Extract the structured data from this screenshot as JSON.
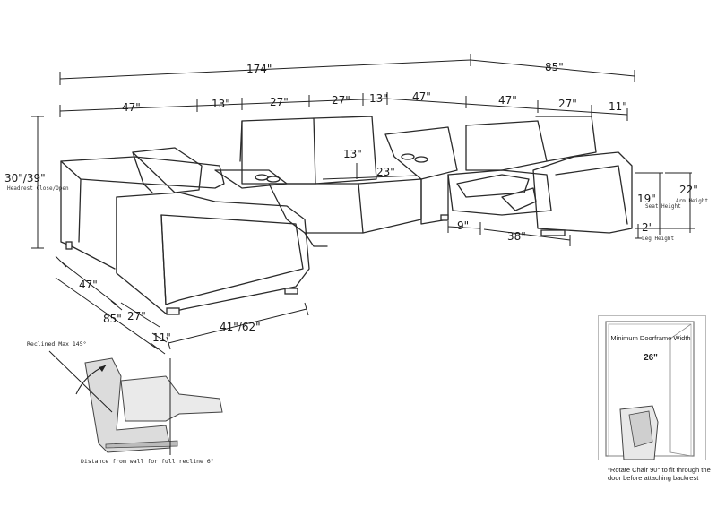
{
  "overall": {
    "total_width": "174\"",
    "right_depth": "85\""
  },
  "top_segments": [
    "47\"",
    "13\"",
    "27\"",
    "27\"",
    "13\"",
    "47\"",
    "47\"",
    "27\"",
    "11\""
  ],
  "left_height": {
    "value": "30\"/39\"",
    "label": "Headrest Close/Open"
  },
  "left_depths": {
    "seat": "47\"",
    "total": "85\"",
    "arm": "27\"",
    "side": "11\""
  },
  "front_width": "41\"/62\"",
  "console": {
    "height": "13\"",
    "width": "23\""
  },
  "right_measures": {
    "seat_height": "19\"",
    "seat_height_label": "Seat Height",
    "arm_height": "22\"",
    "arm_height_label": "Arm Height",
    "leg_height": "2\"",
    "leg_height_label": "Leg Height",
    "leg_gap": "9\"",
    "recliner_width": "38\""
  },
  "recline": {
    "max_label": "Reclined Max 145°",
    "wall_note": "Distance from wall for full recline 6\""
  },
  "doorframe": {
    "title": "Minimum Doorframe Width",
    "width": "26\"",
    "caption": "*Rotate Chair 90° to fit through the door before attaching backrest"
  }
}
